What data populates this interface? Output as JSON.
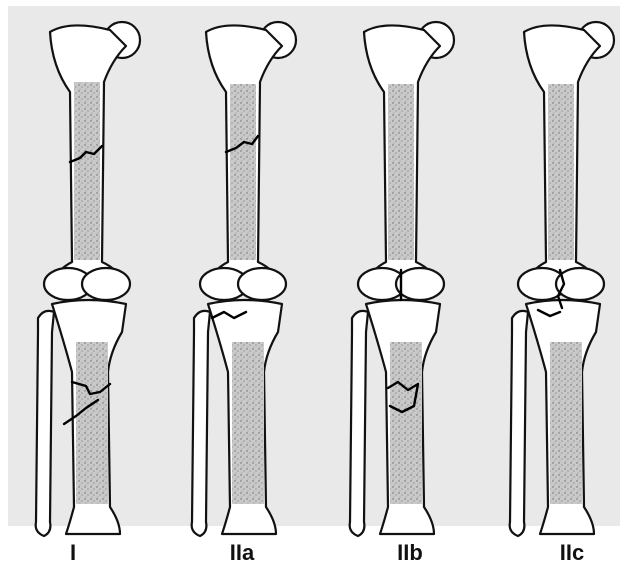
{
  "labels": {
    "type_1": "I",
    "type_2a": "IIa",
    "type_2b": "IIb",
    "type_2c": "IIc"
  },
  "colors": {
    "background": "#e9e9e9",
    "outline": "#111111",
    "fracture": "#000000"
  }
}
